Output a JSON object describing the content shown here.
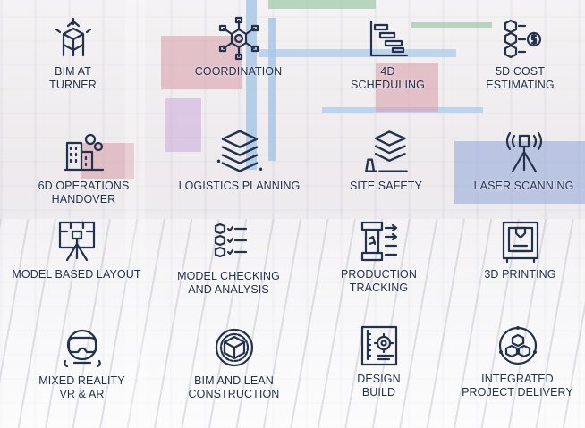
{
  "tiles": [
    {
      "id": "bim-at-turner",
      "line1": "BIM AT",
      "line2": "TURNER",
      "icon": "cube-stack-icon"
    },
    {
      "id": "coordination",
      "line1": "COORDINATION",
      "line2": "",
      "icon": "network-hexagon-icon"
    },
    {
      "id": "4d-scheduling",
      "line1": "4D",
      "line2": "SCHEDULING",
      "icon": "gantt-chart-icon"
    },
    {
      "id": "5d-cost-estimating",
      "line1": "5D COST",
      "line2": "ESTIMATING",
      "icon": "cost-cubes-icon"
    },
    {
      "id": "6d-operations-handover",
      "line1": "6D OPERATIONS",
      "line2": "HANDOVER",
      "icon": "building-gears-icon"
    },
    {
      "id": "logistics-planning",
      "line1": "LOGISTICS PLANNING",
      "line2": "",
      "icon": "layered-site-icon"
    },
    {
      "id": "site-safety",
      "line1": "SITE SAFETY",
      "line2": "",
      "icon": "safety-layers-icon"
    },
    {
      "id": "laser-scanning",
      "line1": "LASER SCANNING",
      "line2": "",
      "icon": "laser-scanner-icon"
    },
    {
      "id": "model-based-layout",
      "line1": "MODEL BASED LAYOUT",
      "line2": "",
      "icon": "layout-tripod-icon"
    },
    {
      "id": "model-checking-and-analysis",
      "line1": "MODEL CHECKING",
      "line2": "AND ANALYSIS",
      "icon": "checklist-cubes-icon"
    },
    {
      "id": "production-tracking",
      "line1": "PRODUCTION",
      "line2": "TRACKING",
      "icon": "production-frame-icon"
    },
    {
      "id": "3d-printing",
      "line1": "3D PRINTING",
      "line2": "",
      "icon": "3d-printer-icon"
    },
    {
      "id": "mixed-reality-vr-ar",
      "line1": "MIXED REALITY",
      "line2": "VR & AR",
      "icon": "vr-headset-icon"
    },
    {
      "id": "bim-and-lean-construction",
      "line1": "BIM AND LEAN",
      "line2": "CONSTRUCTION",
      "icon": "lean-cube-icon"
    },
    {
      "id": "design-build",
      "line1": "DESIGN",
      "line2": "BUILD",
      "icon": "design-ruler-gear-icon"
    },
    {
      "id": "integrated-project-delivery",
      "line1": "INTEGRATED",
      "line2": "PROJECT DELIVERY",
      "icon": "ipd-cubes-icon"
    }
  ]
}
